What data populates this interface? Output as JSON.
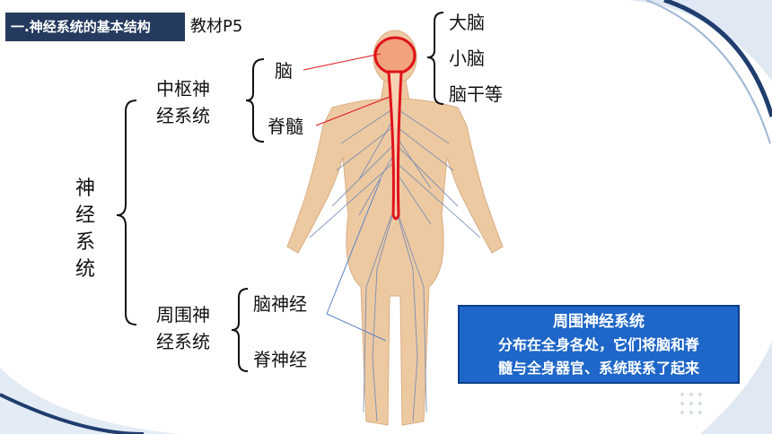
{
  "header": {
    "section_title": "一.神经系统的基本结构",
    "textbook_ref": "教材P5"
  },
  "tree": {
    "root": "神经系统",
    "central": {
      "label_line1": "中枢神",
      "label_line2": "经系统",
      "brain": "脑",
      "spinal_cord": "脊髓"
    },
    "brain_parts": [
      "大脑",
      "小脑",
      "脑干等"
    ],
    "peripheral": {
      "label_line1": "周围神",
      "label_line2": "经系统",
      "cranial": "脑神经",
      "spinal": "脊神经"
    }
  },
  "info_box": {
    "title": "周围神经系统",
    "line1": "分布在全身各处，它们将脑和脊",
    "line2": "髓与全身器官、系统联系了起来"
  },
  "colors": {
    "title_bg": "#243a5e",
    "info_bg": "#1e66c8",
    "highlight": "#e0121b",
    "skin": "#edc9a2",
    "nerve": "#6d86b4"
  }
}
